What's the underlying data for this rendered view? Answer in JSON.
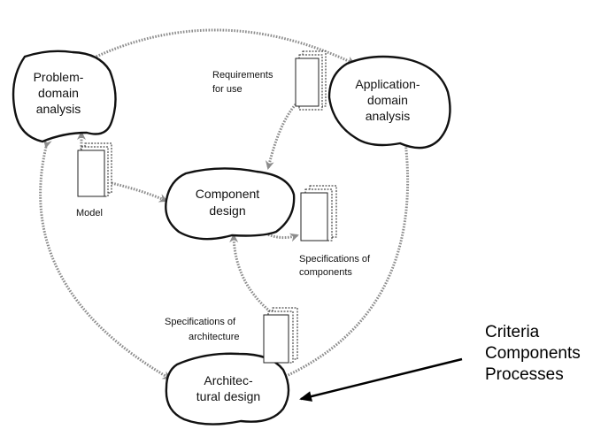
{
  "nodes": {
    "problem_domain": [
      "Problem-",
      "domain",
      "analysis"
    ],
    "application_domain": [
      "Application-",
      "domain",
      "analysis"
    ],
    "component_design": [
      "Component",
      "design"
    ],
    "architectural_design": [
      "Architec-",
      "tural design"
    ]
  },
  "documents": {
    "requirements": [
      "Requirements",
      "for use"
    ],
    "model": [
      "Model"
    ],
    "spec_components": [
      "Specifications of",
      "components"
    ],
    "spec_architecture": [
      "Specifications of",
      "architecture"
    ]
  },
  "side_list": [
    "Criteria",
    "Components",
    "Processes"
  ],
  "colors": {
    "flow_arrow": "#8c8c8c",
    "outline": "#111111",
    "pointer_arrow": "#000000"
  }
}
